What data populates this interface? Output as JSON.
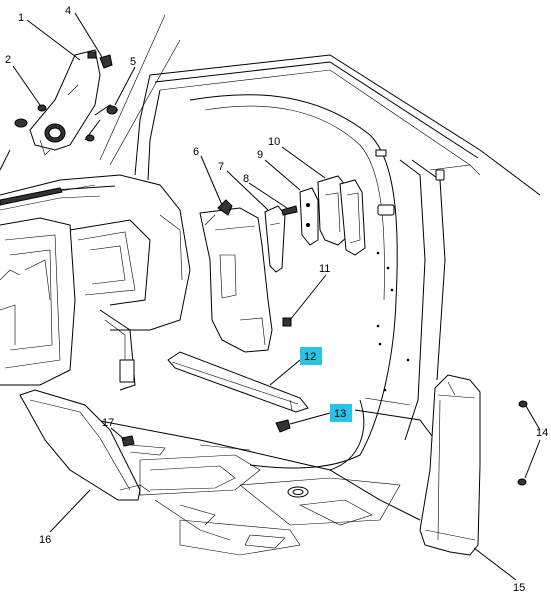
{
  "callouts": {
    "c1": "1",
    "c2": "2",
    "c4": "4",
    "c5": "5",
    "c6": "6",
    "c7": "7",
    "c8": "8",
    "c9": "9",
    "c10": "10",
    "c11": "11",
    "c12": "12",
    "c13": "13",
    "c14": "14",
    "c15": "15",
    "c16": "16",
    "c17": "17"
  },
  "highlighted": [
    "12",
    "13"
  ],
  "colors": {
    "highlight": "#29c3e6",
    "line": "#000000",
    "background": "#ffffff"
  }
}
